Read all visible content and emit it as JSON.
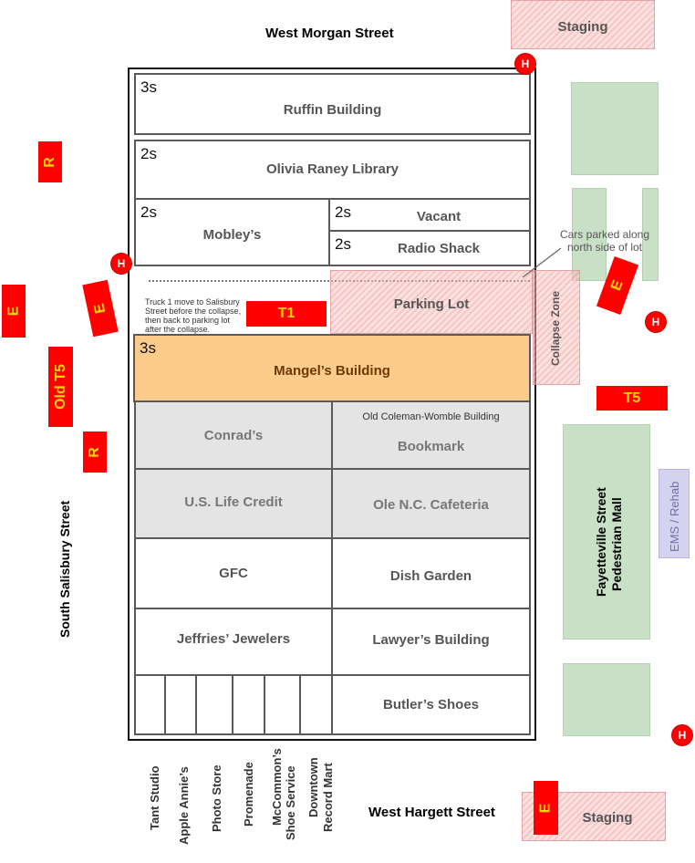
{
  "streets": {
    "north": "West Morgan Street",
    "south": "West Hargett Street",
    "west": "South Salisbury Street"
  },
  "buildings": {
    "ruffin": {
      "story": "3s",
      "name": "Ruffin Building"
    },
    "library": {
      "story": "2s",
      "name": "Olivia Raney Library"
    },
    "mobleys": {
      "story": "2s",
      "name": "Mobley’s"
    },
    "vacant": {
      "story": "2s",
      "name": "Vacant"
    },
    "radio_shack": {
      "story": "2s",
      "name": "Radio Shack"
    },
    "mangels": {
      "story": "3s",
      "name": "Mangel’s Building"
    },
    "conrads": {
      "name": "Conrad’s"
    },
    "bookmark": {
      "name": "Bookmark",
      "former_name": "Old Coleman-Womble Building"
    },
    "us_life": {
      "name": "U.S. Life Credit"
    },
    "cafeteria": {
      "name": "Ole N.C. Cafeteria"
    },
    "gfc": {
      "name": "GFC"
    },
    "dish_garden": {
      "name": "Dish Garden"
    },
    "jeffries": {
      "name": "Jeffries’ Jewelers"
    },
    "lawyers": {
      "name": "Lawyer’s Building"
    },
    "butlers": {
      "name": "Butler’s Shoes"
    }
  },
  "small_shops": [
    "Tant Studio",
    "Apple Annie’s",
    "Photo Store",
    "Promenade",
    "McCommon’s Shoe Service",
    "Downtown Record Mart"
  ],
  "small_shops_lines": [
    [
      "Tant Studio"
    ],
    [
      "Apple Annie’s"
    ],
    [
      "Photo Store"
    ],
    [
      "Promenade"
    ],
    [
      "McCommon’s",
      "Shoe Service"
    ],
    [
      "Downtown",
      "Record Mart"
    ]
  ],
  "zones": {
    "staging_top": "Staging",
    "staging_bottom": "Staging",
    "parking_lot": "Parking Lot",
    "collapse_zone": "Collapse Zone",
    "ems": "EMS / Rehab",
    "mall_line1": "Fayetteville Street",
    "mall_line2": "Pedestrian Mall"
  },
  "notes": {
    "cars_line1": "Cars parked along",
    "cars_line2": "north side of lot",
    "truck_line1": "Truck 1 move to Salisbury",
    "truck_line2": "Street before the collapse,",
    "truck_line3": "then back to parking lot",
    "truck_line4": "after the collapse."
  },
  "units": {
    "t1": "T1",
    "t5": "T5",
    "old_t5": "Old T5",
    "engine": "E",
    "rescue": "R"
  },
  "hydrant_label": "H",
  "colors": {
    "unit_fill": "#ff0000",
    "unit_text": "#ffd400",
    "mangels_fill": "#fdcc8a",
    "mall_green": "#c8e0c6",
    "ems_fill": "#d5d2f0"
  }
}
